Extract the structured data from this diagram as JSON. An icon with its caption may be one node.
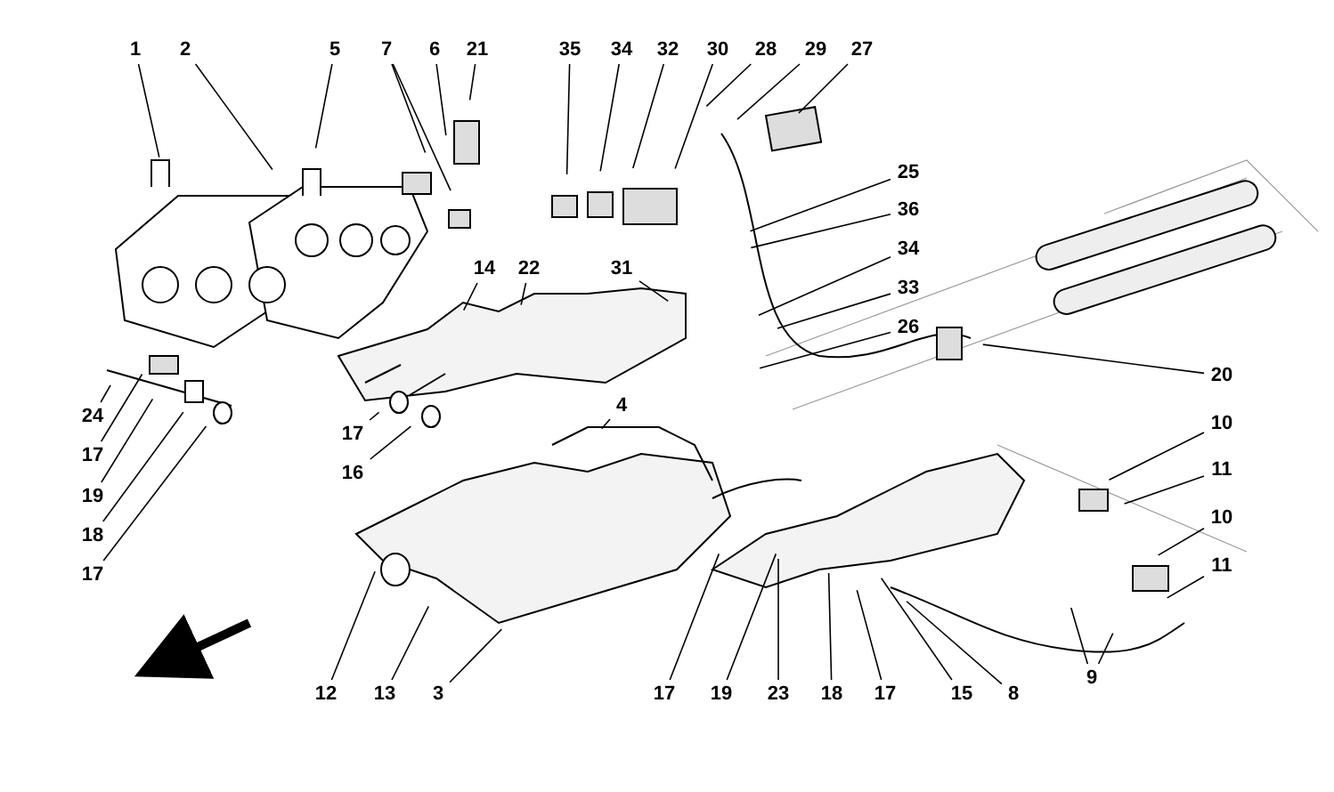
{
  "diagram": {
    "nodes": [
      {
        "text": [
          "1"
        ]
      },
      {
        "text": [
          "2"
        ]
      },
      {
        "text": [
          "5"
        ]
      },
      {
        "text": [
          "7"
        ]
      },
      {
        "text": [
          "6"
        ]
      },
      {
        "text": [
          "21"
        ]
      },
      {
        "text": [
          "35"
        ]
      },
      {
        "text": [
          "34"
        ]
      },
      {
        "text": [
          "32"
        ]
      },
      {
        "text": [
          "30"
        ]
      },
      {
        "text": [
          "28"
        ]
      },
      {
        "text": [
          "29"
        ]
      },
      {
        "text": [
          "27"
        ]
      },
      {
        "text": [
          "25"
        ]
      },
      {
        "text": [
          "36"
        ]
      },
      {
        "text": [
          "34"
        ]
      },
      {
        "text": [
          "33"
        ]
      },
      {
        "text": [
          "26"
        ]
      },
      {
        "text": [
          "20"
        ]
      },
      {
        "text": [
          "10"
        ]
      },
      {
        "text": [
          "11"
        ]
      },
      {
        "text": [
          "10"
        ]
      },
      {
        "text": [
          "11"
        ]
      },
      {
        "text": [
          "14"
        ]
      },
      {
        "text": [
          "22"
        ]
      },
      {
        "text": [
          "31"
        ]
      },
      {
        "text": [
          "24"
        ]
      },
      {
        "text": [
          "17"
        ]
      },
      {
        "text": [
          "19"
        ]
      },
      {
        "text": [
          "18"
        ]
      },
      {
        "text": [
          "17"
        ]
      },
      {
        "text": [
          "17"
        ]
      },
      {
        "text": [
          "16"
        ]
      },
      {
        "text": [
          "4"
        ]
      },
      {
        "text": [
          "12"
        ]
      },
      {
        "text": [
          "13"
        ]
      },
      {
        "text": [
          "3"
        ]
      },
      {
        "text": [
          "17"
        ]
      },
      {
        "text": [
          "19"
        ]
      },
      {
        "text": [
          "23"
        ]
      },
      {
        "text": [
          "18"
        ]
      },
      {
        "text": [
          "17"
        ]
      },
      {
        "text": [
          "15"
        ]
      },
      {
        "text": [
          "8"
        ]
      },
      {
        "text": [
          "9"
        ]
      }
    ],
    "edges": [
      {
        "from": 0,
        "to": null,
        "arrow": "none"
      },
      {
        "from": 1,
        "to": null,
        "arrow": "none"
      },
      {
        "from": 2,
        "to": null,
        "arrow": "none"
      },
      {
        "from": 3,
        "to": null,
        "arrow": "none"
      },
      {
        "from": 3,
        "to": null,
        "arrow": "none"
      },
      {
        "from": 4,
        "to": null,
        "arrow": "none"
      },
      {
        "from": 5,
        "to": null,
        "arrow": "none"
      },
      {
        "from": 6,
        "to": null,
        "arrow": "none"
      },
      {
        "from": 7,
        "to": null,
        "arrow": "none"
      },
      {
        "from": 8,
        "to": null,
        "arrow": "none"
      },
      {
        "from": 9,
        "to": null,
        "arrow": "none"
      },
      {
        "from": 10,
        "to": null,
        "arrow": "none"
      },
      {
        "from": 11,
        "to": null,
        "arrow": "none"
      },
      {
        "from": 12,
        "to": null,
        "arrow": "none"
      },
      {
        "from": 13,
        "to": null,
        "arrow": "none"
      },
      {
        "from": 14,
        "to": null,
        "arrow": "none"
      },
      {
        "from": 15,
        "to": null,
        "arrow": "none"
      },
      {
        "from": 16,
        "to": null,
        "arrow": "none"
      },
      {
        "from": 17,
        "to": null,
        "arrow": "none"
      },
      {
        "from": 18,
        "to": null,
        "arrow": "none"
      },
      {
        "from": 19,
        "to": null,
        "arrow": "none"
      },
      {
        "from": 20,
        "to": null,
        "arrow": "none"
      },
      {
        "from": 21,
        "to": null,
        "arrow": "none"
      },
      {
        "from": 22,
        "to": null,
        "arrow": "none"
      },
      {
        "from": 23,
        "to": null,
        "arrow": "none"
      },
      {
        "from": 24,
        "to": null,
        "arrow": "none"
      },
      {
        "from": 25,
        "to": null,
        "arrow": "none"
      },
      {
        "from": 26,
        "to": null,
        "arrow": "none"
      },
      {
        "from": 27,
        "to": null,
        "arrow": "none"
      },
      {
        "from": 28,
        "to": null,
        "arrow": "none"
      },
      {
        "from": 29,
        "to": null,
        "arrow": "none"
      },
      {
        "from": 30,
        "to": null,
        "arrow": "none"
      },
      {
        "from": 31,
        "to": null,
        "arrow": "none"
      },
      {
        "from": 32,
        "to": null,
        "arrow": "none"
      },
      {
        "from": 33,
        "to": null,
        "arrow": "none"
      },
      {
        "from": 34,
        "to": null,
        "arrow": "none"
      },
      {
        "from": 35,
        "to": null,
        "arrow": "none"
      },
      {
        "from": 36,
        "to": null,
        "arrow": "none"
      },
      {
        "from": 37,
        "to": null,
        "arrow": "none"
      },
      {
        "from": 38,
        "to": null,
        "arrow": "none"
      },
      {
        "from": 39,
        "to": null,
        "arrow": "none"
      },
      {
        "from": 40,
        "to": null,
        "arrow": "none"
      },
      {
        "from": 41,
        "to": null,
        "arrow": "none"
      },
      {
        "from": 42,
        "to": null,
        "arrow": "none"
      },
      {
        "from": 43,
        "to": null,
        "arrow": "none"
      },
      {
        "from": 44,
        "to": null,
        "arrow": "none"
      },
      {
        "from": 44,
        "to": null,
        "arrow": "none"
      }
    ]
  }
}
